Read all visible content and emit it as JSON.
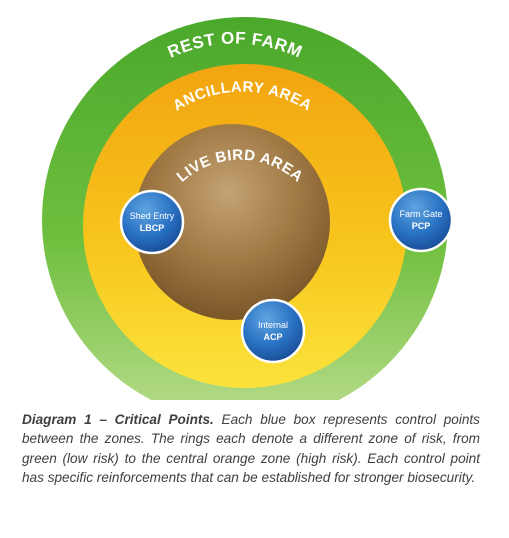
{
  "zones": {
    "outer": "REST OF FARM",
    "middle": "ANCILLARY AREA",
    "inner": "LIVE BIRD AREA"
  },
  "control_points": [
    {
      "line1": "Shed Entry",
      "line2": "LBCP"
    },
    {
      "line1": "Farm Gate",
      "line2": "PCP"
    },
    {
      "line1": "Internal",
      "line2": "ACP"
    }
  ],
  "caption": {
    "title": "Diagram 1 – Critical Points.",
    "body": "Each blue box represents control points between the zones. The rings each denote a different zone of risk, from green (low risk) to the central orange zone (high risk). Each control point has specific reinforcements that can be established for stronger biosecurity."
  }
}
